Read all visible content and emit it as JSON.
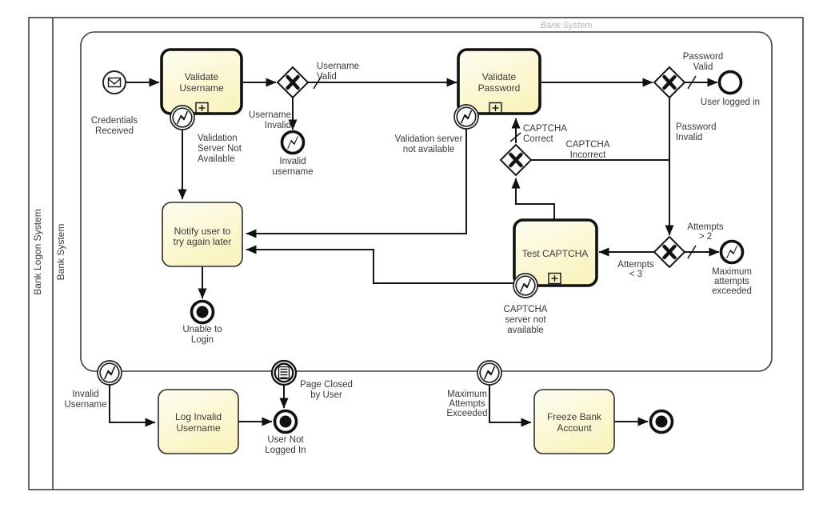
{
  "diagram": {
    "pool_name": "Bank Logon System",
    "lane_name": "Bank System",
    "subprocess_name": "Bank System"
  },
  "tasks": {
    "validate_username": [
      "Validate",
      "Username"
    ],
    "validate_password": [
      "Validate",
      "Password"
    ],
    "test_captcha": [
      "Test CAPTCHA"
    ],
    "notify_user": [
      "Notify user to",
      "try again later"
    ],
    "log_invalid_username": [
      "Log Invalid",
      "Username"
    ],
    "freeze_bank_account": [
      "Freeze Bank",
      "Account"
    ]
  },
  "events": {
    "credentials_received": [
      "Credentials",
      "Received"
    ],
    "invalid_username_end": [
      "Invalid",
      "username"
    ],
    "user_logged_in": [
      "User logged in"
    ],
    "max_attempts_exceeded_end": [
      "Maximum",
      "attempts",
      "exceeded"
    ],
    "unable_to_login": [
      "Unable to",
      "Login"
    ],
    "invalid_username_boundary": [
      "Invalid",
      "Username"
    ],
    "page_closed_by_user": [
      "Page Closed",
      "by User"
    ],
    "user_not_logged_in": [
      "User Not",
      "Logged In"
    ],
    "max_attempts_boundary": [
      "Maximum",
      "Attempts",
      "Exceeded"
    ]
  },
  "flow_labels": {
    "username_valid": [
      "Username",
      "Valid"
    ],
    "username_invalid": [
      "Username",
      "Invalid"
    ],
    "validation_server_not_available_1": [
      "Validation",
      "Server Not",
      "Available"
    ],
    "validation_server_not_available_2": [
      "Validation server",
      "not available"
    ],
    "password_valid": [
      "Password",
      "Valid"
    ],
    "password_invalid": [
      "Password",
      "Invalid"
    ],
    "captcha_correct": [
      "CAPTCHA",
      "Correct"
    ],
    "captcha_incorrect": [
      "CAPTCHA",
      "Incorrect"
    ],
    "captcha_server_not_available": [
      "CAPTCHA",
      "server not",
      "available"
    ],
    "attempts_gt_2": [
      "Attempts",
      "> 2"
    ],
    "attempts_lt_3": [
      "Attempts",
      "< 3"
    ]
  },
  "colors": {
    "task_fill_top": "#fefdf2",
    "task_fill_bottom": "#faf4c0",
    "stroke_dark": "#111111",
    "text": "#3a3a3a",
    "subprocess_label_gray": "#b5b5b5"
  }
}
